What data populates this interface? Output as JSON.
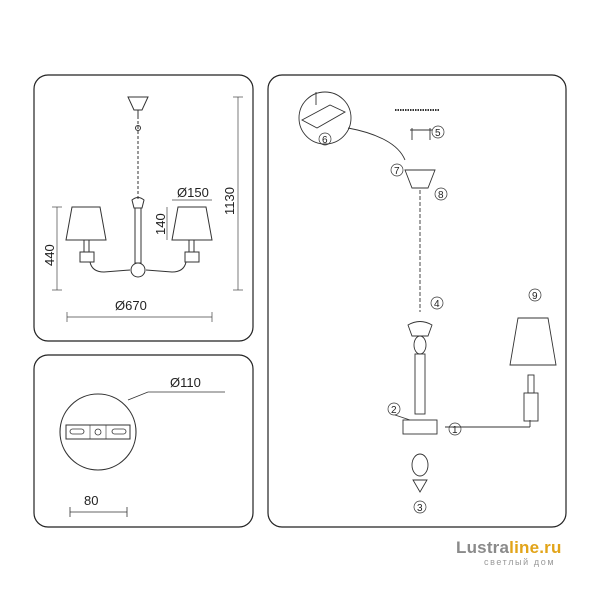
{
  "panels": {
    "dimensions": {
      "diameter": "Ø670",
      "height_total": "1130",
      "height_body": "440",
      "shade_diameter": "Ø150",
      "shade_height": "140"
    },
    "base_plate": {
      "diameter": "Ø110",
      "width": "80"
    },
    "assembly": {
      "steps": [
        "1",
        "2",
        "3",
        "4",
        "5",
        "6",
        "7",
        "8",
        "9"
      ]
    }
  },
  "watermark": {
    "brand_part1": "Lustra",
    "brand_part2": "line.ru",
    "tagline": "светлый дом"
  }
}
